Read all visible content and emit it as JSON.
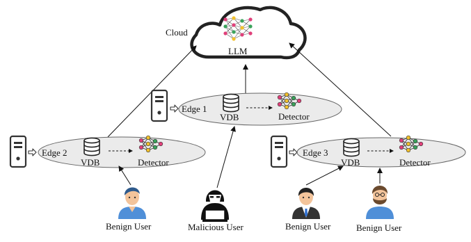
{
  "cloud": {
    "label": "Cloud",
    "model": "LLM"
  },
  "edges": [
    {
      "name": "Edge 1",
      "db": "VDB",
      "detector": "Detector"
    },
    {
      "name": "Edge 2",
      "db": "VDB",
      "detector": "Detector"
    },
    {
      "name": "Edge 3",
      "db": "VDB",
      "detector": "Detector"
    }
  ],
  "users": [
    {
      "label": "Benign User",
      "kind": "benign"
    },
    {
      "label": "Malicious User",
      "kind": "malicious"
    },
    {
      "label": "Benign User",
      "kind": "benign"
    },
    {
      "label": "Benign User",
      "kind": "benign"
    }
  ],
  "colors": {
    "ellipse_fill": "#ebebeb",
    "node_pink": "#e0407a",
    "node_yellow": "#f2c12e",
    "node_green": "#3aa35b",
    "user_shirt": "#4f8fd8",
    "skin": "#f3c49b"
  }
}
